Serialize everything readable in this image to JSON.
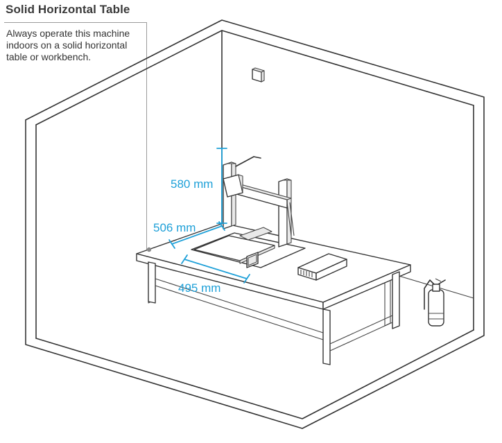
{
  "heading": "Solid Horizontal Table",
  "description": "Always operate this machine indoors on a solid horizontal table or workbench.",
  "dimensions": {
    "height_label": "580 mm",
    "depth_label": "506 mm",
    "width_label": "495 mm"
  },
  "colors": {
    "dimension": "#1ea0d8",
    "lines": "#333333",
    "text": "#333333"
  },
  "icons": [
    "room-outline",
    "wall-outlet-icon",
    "3d-printer-icon",
    "workbench-table",
    "power-supply-box-icon",
    "fire-extinguisher-icon"
  ]
}
